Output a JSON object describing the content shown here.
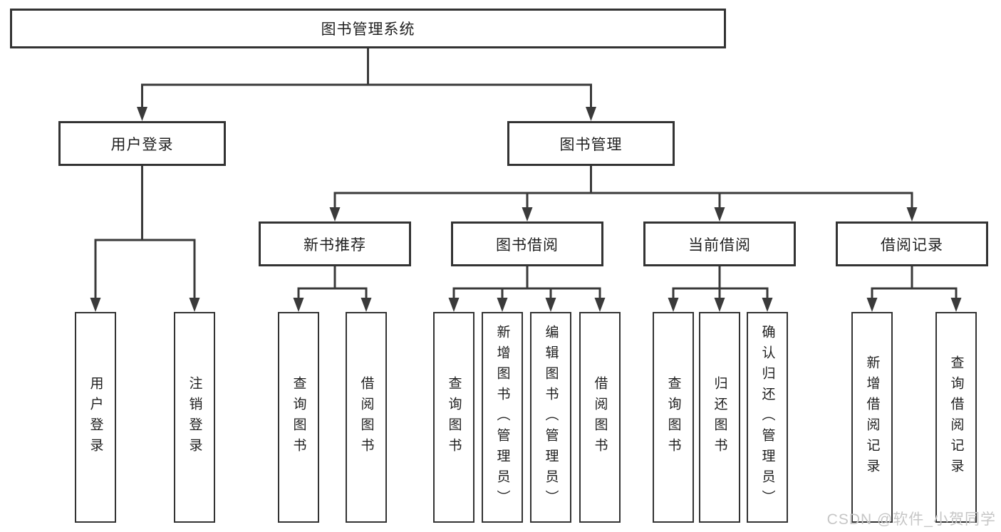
{
  "tree": {
    "root": {
      "label": "图书管理系统"
    },
    "branches": [
      {
        "label": "用户登录",
        "children": [
          {
            "label": "用户登录"
          },
          {
            "label": "注销登录"
          }
        ]
      },
      {
        "label": "图书管理",
        "children": [
          {
            "label": "新书推荐",
            "children": [
              {
                "label": "查询图书"
              },
              {
                "label": "借阅图书"
              }
            ]
          },
          {
            "label": "图书借阅",
            "children": [
              {
                "label": "查询图书"
              },
              {
                "label": "新增图书（管理员）"
              },
              {
                "label": "编辑图书（管理员）"
              },
              {
                "label": "借阅图书"
              }
            ]
          },
          {
            "label": "当前借阅",
            "children": [
              {
                "label": "查询图书"
              },
              {
                "label": "归还图书"
              },
              {
                "label": "确认归还（管理员）"
              }
            ]
          },
          {
            "label": "借阅记录",
            "children": [
              {
                "label": "新增借阅记录"
              },
              {
                "label": "查询借阅记录"
              }
            ]
          }
        ]
      }
    ]
  },
  "watermark": {
    "text": "CSDN @软件_小贺同学"
  },
  "colors": {
    "line": "#3a3a3a",
    "box_border": "#333333",
    "box_background": "#ffffff",
    "watermark_gray": "#c6c6c6"
  }
}
